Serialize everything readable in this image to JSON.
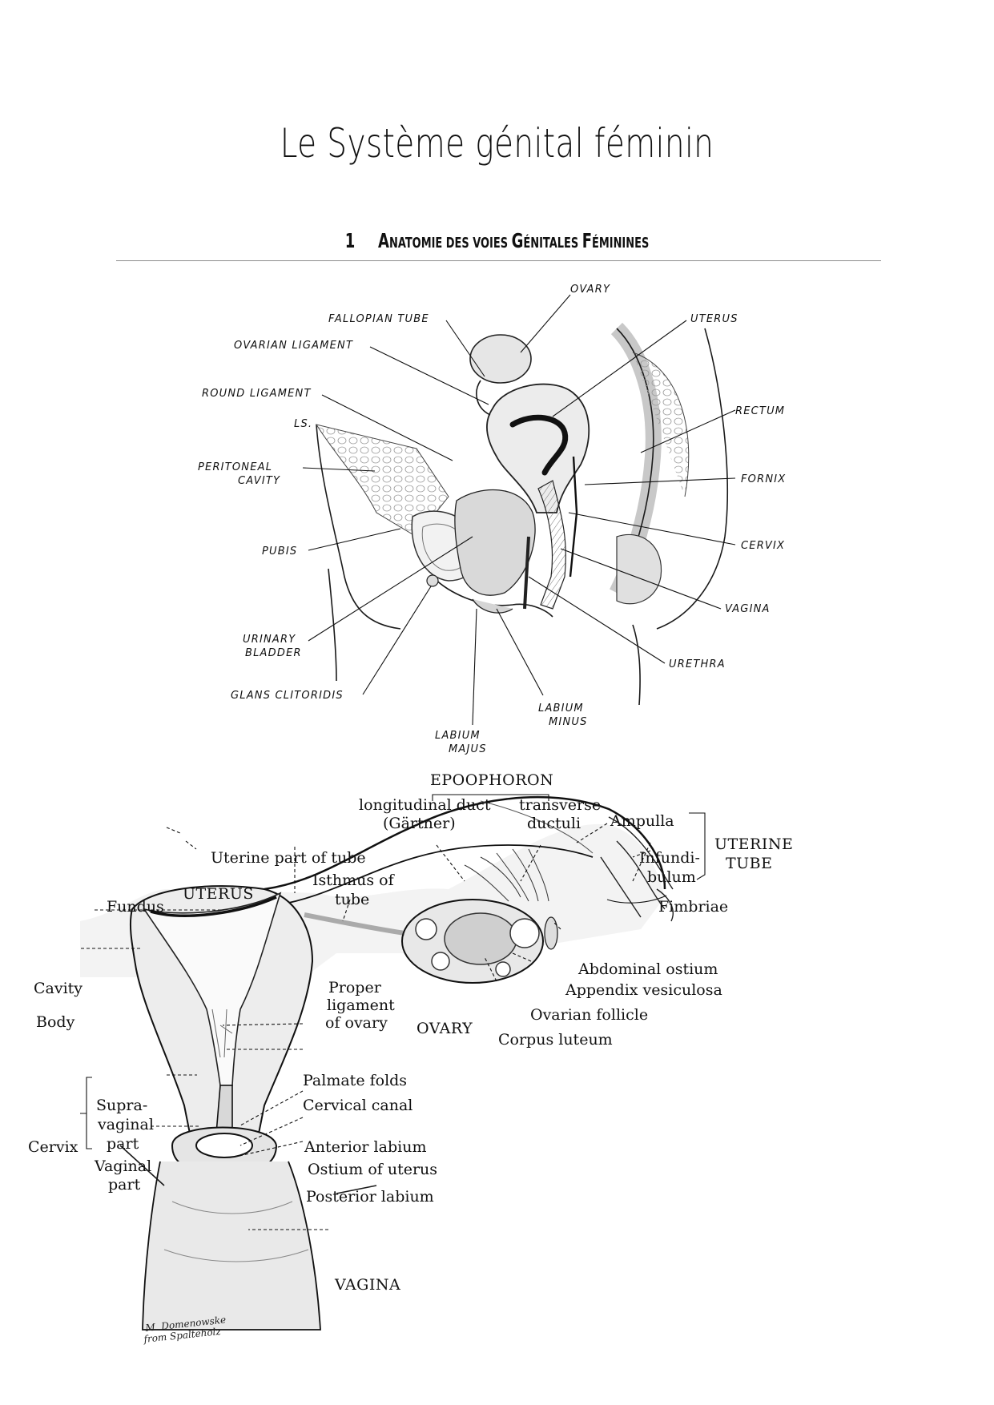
{
  "title": "Le Système génital féminin",
  "section": {
    "number": "1",
    "first_letter": "A",
    "rest": "NATOMIE DES VOIES ",
    "word2_first": "G",
    "word2_rest": "ÉNITALES ",
    "word3_first": "F",
    "word3_rest": "ÉMININES"
  },
  "figure1_labels": {
    "ovary": "OVARY",
    "fallopian_tube": "FALLOPIAN TUBE",
    "uterus": "UTERUS",
    "ovarian_ligament": "OVARIAN LIGAMENT",
    "round_ligament": "ROUND LIGAMENT",
    "rectum": "RECTUM",
    "ls": "LS.",
    "peritoneal_1": "PERITONEAL",
    "peritoneal_2": "CAVITY",
    "fornix": "FORNIX",
    "cervix": "CERVIX",
    "pubis": "PUBIS",
    "vagina": "VAGINA",
    "urinary_1": "URINARY",
    "urinary_2": "BLADDER",
    "urethra": "URETHRA",
    "glans": "GLANS CLITORIDIS",
    "labium_minus_1": "LABIUM",
    "labium_minus_2": "MINUS",
    "labium_majus_1": "LABIUM",
    "labium_majus_2": "MAJUS"
  },
  "figure2_labels": {
    "epoophoron": "EPOOPHORON",
    "longitudinal_1": "longitudinal duct",
    "longitudinal_2": "(Gärtner)",
    "transverse_1": "transverse",
    "transverse_2": "ductuli",
    "ampulla": "Ampulla",
    "uterine_tube_1": "UTERINE",
    "uterine_tube_2": "TUBE",
    "uterine_part": "Uterine part of tube",
    "infundibulum_1": "Infundi-",
    "infundibulum_2": "bulum",
    "isthmus_1": "Isthmus of",
    "isthmus_2": "tube",
    "uterus": "UTERUS",
    "fundus": "Fundus",
    "fimbriae": "Fimbriae",
    "abdominal_ostium": "Abdominal ostium",
    "cavity": "Cavity",
    "appendix": "Appendix vesiculosa",
    "proper_1": "Proper",
    "proper_2": "ligament",
    "proper_3": "of ovary",
    "body": "Body",
    "ovarian_follicle": "Ovarian follicle",
    "ovary": "OVARY",
    "corpus_luteum": "Corpus luteum",
    "palmate_folds": "Palmate folds",
    "supra_1": "Supra-",
    "supra_2": "vaginal",
    "supra_3": "part",
    "cervical_canal": "Cervical canal",
    "cervix": "Cervix",
    "anterior_labium": "Anterior labium",
    "vaginal_1": "Vaginal",
    "vaginal_2": "part",
    "ostium_uterus": "Ostium of uterus",
    "posterior_labium": "Posterior labium",
    "vagina": "VAGINA",
    "signature_1": "M. Domenowske",
    "signature_2": "from Spalteholz"
  }
}
